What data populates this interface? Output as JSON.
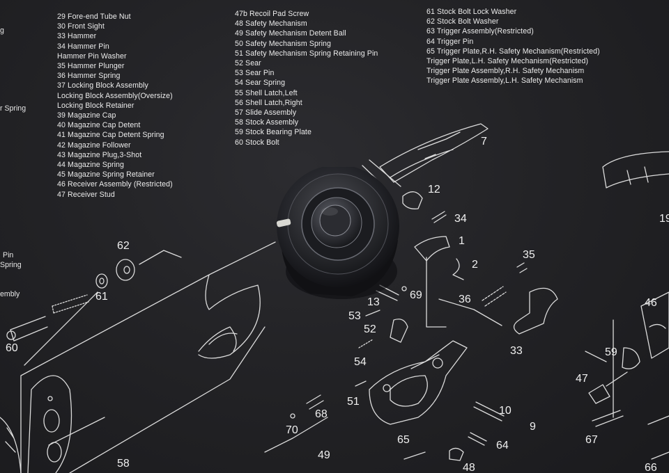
{
  "legend": {
    "col1": [
      "29 Fore-end Tube Nut",
      "30 Front Sight",
      "33 Hammer",
      "34 Hammer Pin",
      "Hammer Pin Washer",
      "35 Hammer Plunger",
      "36 Hammer Spring",
      "37 Locking Block Assembly",
      "Locking Block Assembly(Oversize)",
      "Locking Block Retainer",
      "39 Magazine Cap",
      "40 Magazine Cap Detent",
      "41 Magazine Cap Detent Spring",
      "42 Magazine Follower",
      "43 Magazine Plug,3-Shot",
      "44 Magazine Spring",
      "45 Magazine Spring Retainer",
      "46 Receiver Assembly (Restricted)",
      "47 Receiver Stud"
    ],
    "col2": [
      "47b Recoil Pad Screw",
      "48 Safety Mechanism",
      "49 Safety Mechanism Detent Ball",
      "50 Safety Mechanism Spring",
      "51 Safety Mechanism Spring Retaining Pin",
      "52 Sear",
      "53 Sear Pin",
      "54 Sear Spring",
      "55 Shell Latch,Left",
      "56 Shell Latch,Right",
      "57 Slide Assembly",
      "58 Stock Assembly",
      "59 Stock Bearing Plate",
      "60 Stock Bolt"
    ],
    "col3": [
      "61 Stock Bolt Lock Washer",
      "62 Stock Bolt Washer",
      "63 Trigger Assembly(Restricted)",
      "64 Trigger Pin",
      "65 Trigger Plate,R.H. Safety Mechanism(Restricted)",
      "Trigger Plate,L.H. Safety Mechanism(Restricted)",
      "Trigger Plate Assembly,R.H. Safety Mechanism",
      "Trigger Plate Assembly,L.H. Safety Mechanism"
    ]
  },
  "fragments": [
    {
      "text": "g"
    },
    {
      "text": "r Spring"
    },
    {
      "text": "Pin"
    },
    {
      "text": "Spring"
    },
    {
      "text": "embly"
    }
  ],
  "callouts": [
    "7",
    "12",
    "34",
    "1",
    "2",
    "35",
    "36",
    "33",
    "13",
    "69",
    "53",
    "52",
    "54",
    "46",
    "59",
    "47",
    "51",
    "10",
    "9",
    "68",
    "70",
    "65",
    "64",
    "49",
    "48",
    "67",
    "66",
    "58",
    "60",
    "61",
    "62",
    "19"
  ]
}
